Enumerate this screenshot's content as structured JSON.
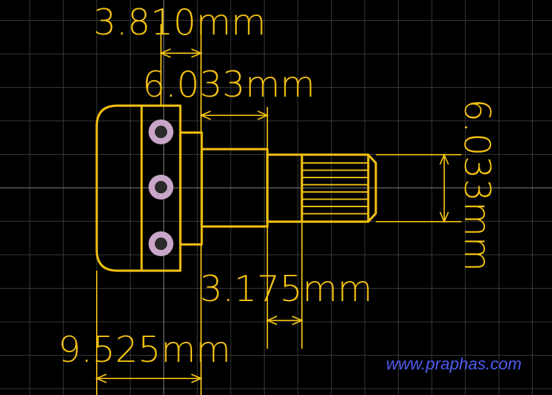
{
  "colors": {
    "background": "#000000",
    "grid": "#3a3a3a",
    "axis": "#8a8a8a",
    "outline": "#f2c011",
    "pad_outer": "#c8a6c8",
    "pad_inner": "#2a2a2a",
    "watermark": "#4e5cf0"
  },
  "dimensions": {
    "d1": "3.810mm",
    "d2": "6.033mm",
    "d3": "6.033mm",
    "d4": "3.175mm",
    "d5": "9.525mm"
  },
  "watermark": "www.praphas.com",
  "pads": {
    "count": 3
  }
}
